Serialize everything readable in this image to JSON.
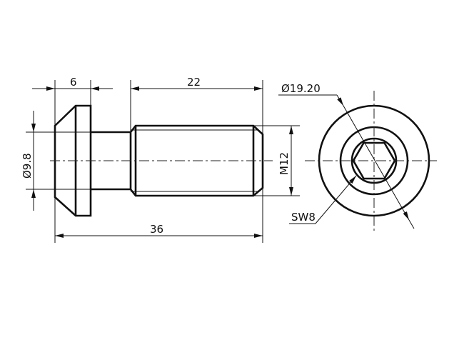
{
  "drawing": {
    "dimensions": {
      "head_width": "6",
      "thread_length": "22",
      "total_length": "36",
      "neck_diameter": "Ø9.8",
      "thread_size": "M12",
      "head_diameter": "Ø19.20",
      "hex_socket": "SW8"
    }
  }
}
